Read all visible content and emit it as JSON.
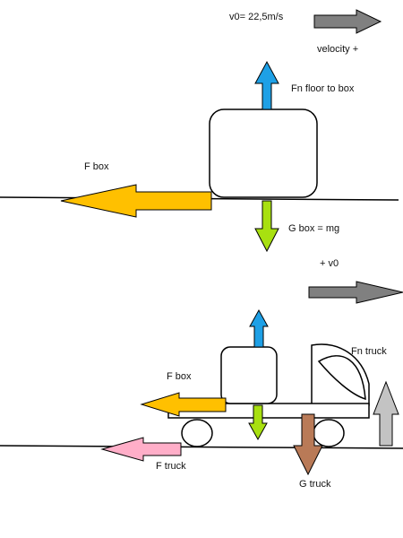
{
  "labels": {
    "v0_top": "v0= 22,5m/s",
    "velocity_plus": "velocity +",
    "fn_floor_box": "Fn floor to box",
    "f_box_top": "F   box",
    "g_box": "G box = mg",
    "plus_v0": "+  v0",
    "fn_truck": "Fn truck",
    "f_box_bottom": "F box",
    "f_truck": "F  truck",
    "g_truck": "G truck"
  },
  "colors": {
    "line": "#000000",
    "gray_arrow": "#808080",
    "blue_arrow": "#1ea0e6",
    "orange_arrow": "#ffc000",
    "green_arrow": "#a8e010",
    "pink_arrow": "#ffaec8",
    "brown_arrow": "#b97a57",
    "light_gray_arrow": "#c3c3c3"
  }
}
